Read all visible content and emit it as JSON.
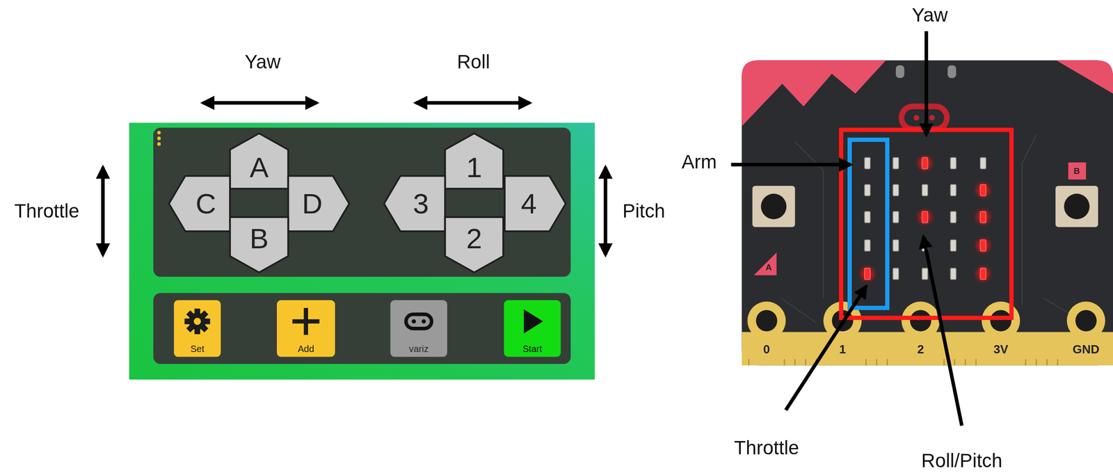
{
  "diagram": {
    "nodes": [
      {
        "text": [
          "A"
        ]
      },
      {
        "text": [
          "C"
        ]
      },
      {
        "text": [
          "D"
        ]
      },
      {
        "text": [
          "B"
        ]
      },
      {
        "text": [
          "1"
        ]
      },
      {
        "text": [
          "3"
        ]
      },
      {
        "text": [
          "4"
        ]
      },
      {
        "text": [
          "2"
        ]
      },
      {
        "text": [
          "Set"
        ]
      },
      {
        "text": [
          "Add"
        ]
      },
      {
        "text": [
          "variz"
        ]
      },
      {
        "text": [
          "Start"
        ]
      }
    ],
    "labels": [
      "Yaw",
      "Roll",
      "Throttle",
      "Pitch",
      "Yaw",
      "Arm",
      "Throttle",
      "Roll/Pitch",
      "A",
      "B",
      "0",
      "1",
      "2",
      "3V",
      "GND"
    ]
  }
}
